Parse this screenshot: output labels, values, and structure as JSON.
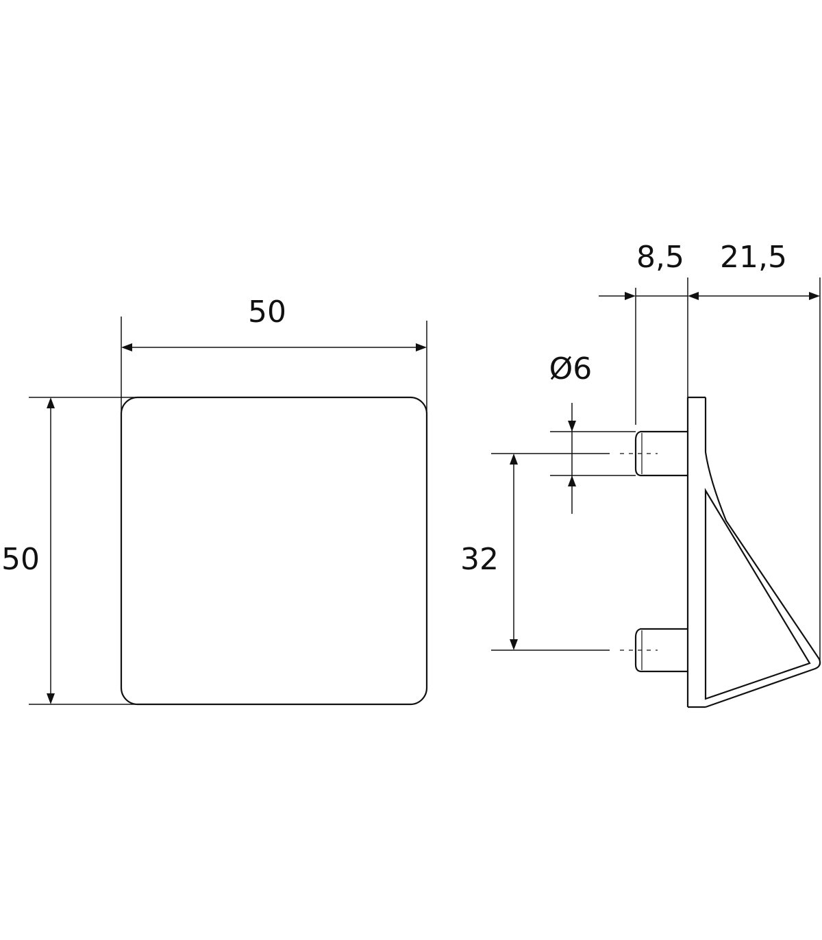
{
  "dimensions": {
    "front_width": "50",
    "front_height": "50",
    "side_plate_depth": "8,5",
    "side_total_depth": "21,5",
    "peg_diameter": "Ø6",
    "peg_spacing": "32"
  },
  "colors": {
    "line": "#111111",
    "background": "#ffffff"
  }
}
